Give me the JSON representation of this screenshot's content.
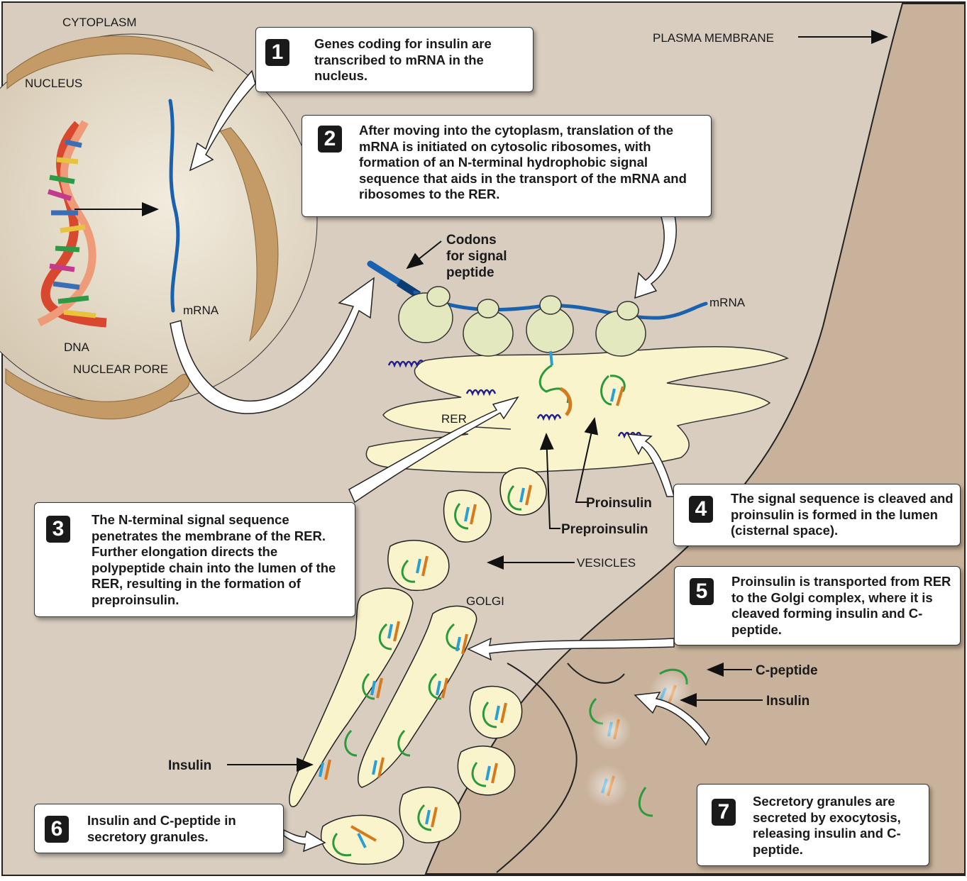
{
  "labels": {
    "cytoplasm": "CYTOPLASM",
    "nucleus": "NUCLEUS",
    "plasma_membrane": "PLASMA MEMBRANE",
    "dna": "DNA",
    "nuclear_pore": "NUCLEAR PORE",
    "mrna_nucleus": "mRNA",
    "mrna_ribosome": "mRNA",
    "codons": [
      "Codons",
      "for signal",
      "peptide"
    ],
    "rer": "RER",
    "proinsulin": "Proinsulin",
    "preproinsulin": "Preproinsulin",
    "vesicles": "VESICLES",
    "golgi": "GOLGI",
    "c_peptide": "C-peptide",
    "insulin_right": "Insulin",
    "insulin_left": "Insulin"
  },
  "steps": [
    {
      "num": "1",
      "text": "Genes coding for insulin are transcribed to mRNA in the nucleus."
    },
    {
      "num": "2",
      "text": "After moving into the cytoplasm, translation of the mRNA is initiated on cytosolic ribosomes, with formation of an N-terminal hydrophobic signal sequence that aids in the transport of the mRNA and ribosomes to the RER."
    },
    {
      "num": "3",
      "text": "The N-terminal signal sequence penetrates the membrane of the RER. Further elongation directs the polypeptide chain into the lumen of the RER, resulting in the formation of preproinsulin."
    },
    {
      "num": "4",
      "text": "The signal sequence is cleaved and proinsulin is formed in the lumen (cisternal space)."
    },
    {
      "num": "5",
      "text": "Proinsulin is transported from RER to the Golgi complex, where it is cleaved forming insulin and C-peptide."
    },
    {
      "num": "6",
      "text": "Insulin and C-peptide in secretory granules."
    },
    {
      "num": "7",
      "text": "Secretory granules are secreted by exocytosis, releasing insulin and C-peptide."
    }
  ],
  "colors": {
    "cytoplasm": "#d8cdbf",
    "membrane": "#c9b29b",
    "nucleus": "#e3d9c9",
    "envelope": "#c49b66",
    "rer": "#faf4cc",
    "ribosome": "#e3e8be",
    "mrna": "#1a62ad",
    "signal": "#1f1f8f",
    "cpeptide": "#2a9a3c",
    "insulin_a": "#2a9fd6",
    "insulin_b": "#d57a1d"
  }
}
